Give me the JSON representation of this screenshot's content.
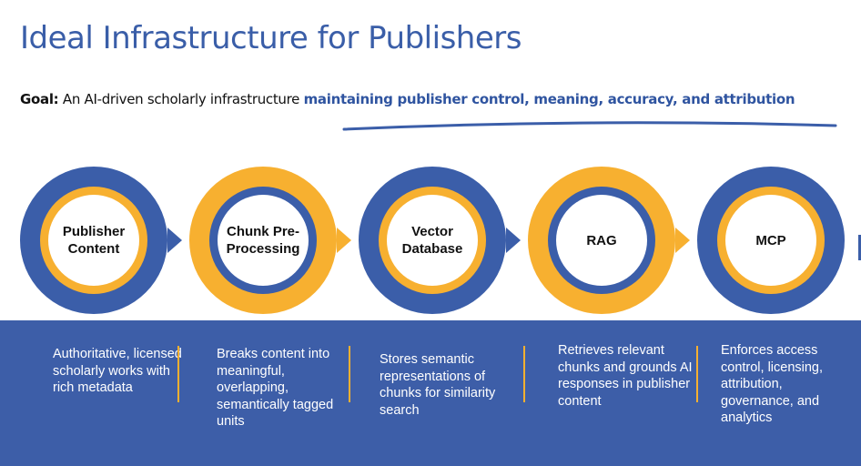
{
  "title": "Ideal Infrastructure for Publishers",
  "goal": {
    "label": "Goal:",
    "text": " An AI-driven scholarly infrastructure ",
    "highlight": "maintaining publisher control, meaning, accuracy, and attribution"
  },
  "colors": {
    "blue": "#3b5ea9",
    "gold": "#f7b030",
    "title": "#3a5ea8",
    "band": "#3d5ea8"
  },
  "steps": [
    {
      "label": "Publisher\nContent",
      "outer": "blue",
      "desc": "Authoritative, licensed scholarly works with rich metadata"
    },
    {
      "label": "Chunk Pre-\nProcessing",
      "outer": "gold",
      "desc": "Breaks content into meaningful, overlapping, semantically tagged units"
    },
    {
      "label": "Vector\nDatabase",
      "outer": "blue",
      "desc": "Stores semantic representations of chunks for similarity search"
    },
    {
      "label": "RAG",
      "outer": "gold",
      "desc": "Retrieves relevant chunks and grounds AI responses in publisher content"
    },
    {
      "label": "MCP",
      "outer": "blue",
      "desc": "Enforces access control, licensing, attribution, governance, and analytics"
    }
  ]
}
